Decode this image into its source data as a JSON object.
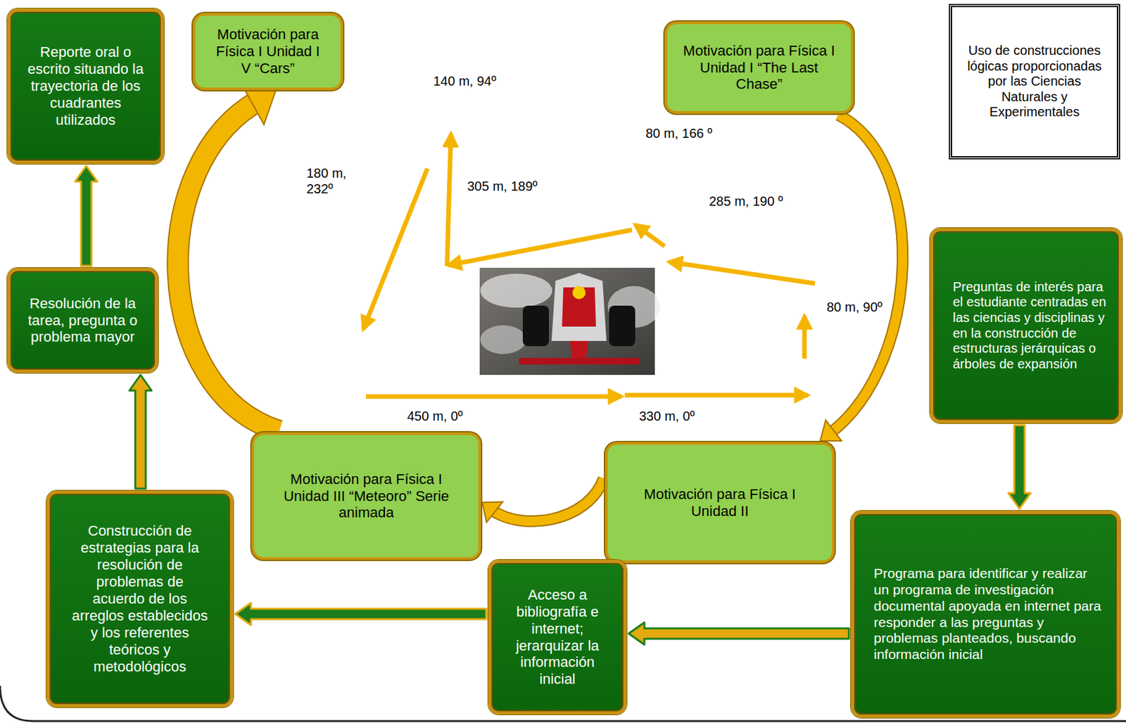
{
  "diagram": {
    "nodes": [
      {
        "text": [
          "Reporte oral o escrito situando la trayectoria de los cuadrantes utilizados"
        ]
      },
      {
        "text": [
          "Motivación para Física I Unidad I V “Cars”"
        ]
      },
      {
        "text": [
          "Motivación para Física I Unidad I “The Last Chase”"
        ]
      },
      {
        "text": [
          "Uso de construcciones lógicas proporcionadas por las Ciencias Naturales y Experimentales"
        ]
      },
      {
        "text": [
          "Resolución de la tarea, pregunta o problema mayor"
        ]
      },
      {
        "text": [
          "Preguntas de interés para el estudiante centradas en las ciencias y disciplinas y en la construcción de estructuras jerárquicas o árboles de expansión"
        ]
      },
      {
        "text": [
          "Motivación para Física I Unidad III “Meteoro” Serie animada"
        ]
      },
      {
        "text": [
          "Motivación para Física I Unidad II"
        ]
      },
      {
        "text": [
          "Construcción de estrategias para la resolución de problemas de acuerdo de los arreglos establecidos y los referentes teóricos y metodológicos"
        ]
      },
      {
        "text": [
          "Acceso a bibliografía e internet; jerarquizar la información inicial"
        ]
      },
      {
        "text": [
          "Programa para identificar y realizar un programa de investigación documental apoyada en internet para responder a las preguntas y problemas planteados, buscando información inicial"
        ]
      }
    ],
    "edges": [
      {
        "from": 4,
        "to": 0,
        "arrow": "to"
      },
      {
        "from": 8,
        "to": 4,
        "arrow": "to"
      },
      {
        "from": 5,
        "to": 10,
        "arrow": "to"
      },
      {
        "from": 10,
        "to": 9,
        "arrow": "to"
      },
      {
        "from": 9,
        "to": 8,
        "arrow": "to"
      },
      {
        "from": 2,
        "to": 7,
        "arrow": "to"
      },
      {
        "from": 7,
        "to": 6,
        "arrow": "to"
      },
      {
        "from": 6,
        "to": 1,
        "arrow": "to"
      }
    ],
    "labels": [
      "140 m, 94º",
      "80 m, 166 º",
      "180 m, 232º",
      "305 m, 189º",
      "285 m, 190 º",
      "80 m, 90º",
      "450 m, 0º",
      "330 m, 0º"
    ]
  }
}
